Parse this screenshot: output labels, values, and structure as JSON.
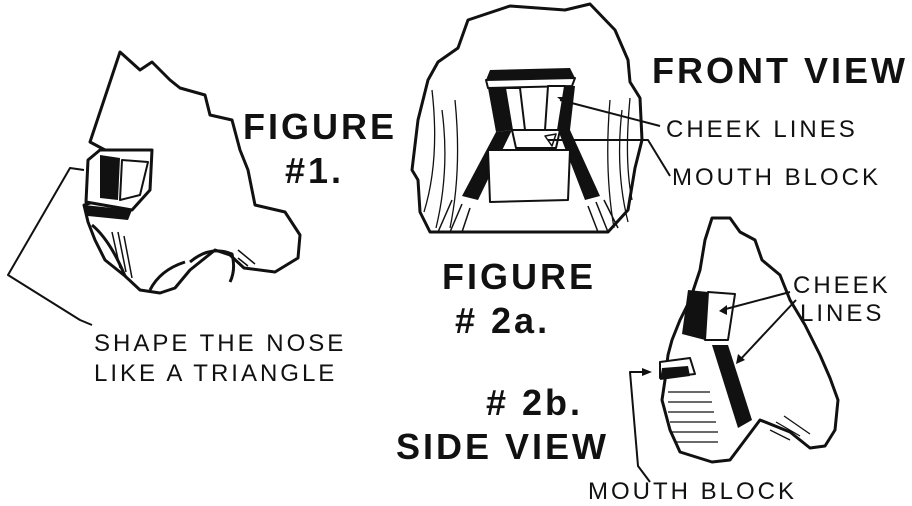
{
  "figure1": {
    "title_line1": "FIGURE",
    "title_line2": "#1.",
    "note_line1": "SHAPE THE NOSE",
    "note_line2": "LIKE A TRIANGLE"
  },
  "figure2a": {
    "view_title": "FRONT VIEW",
    "label_cheek": "CHEEK LINES",
    "label_mouth": "MOUTH BLOCK",
    "title_line1": "FIGURE",
    "title_line2": "# 2a."
  },
  "figure2b": {
    "title": "# 2b.",
    "view_title": "SIDE VIEW",
    "label_cheek_line1": "CHEEK",
    "label_cheek_line2": "LINES",
    "label_mouth": "MOUTH BLOCK"
  }
}
